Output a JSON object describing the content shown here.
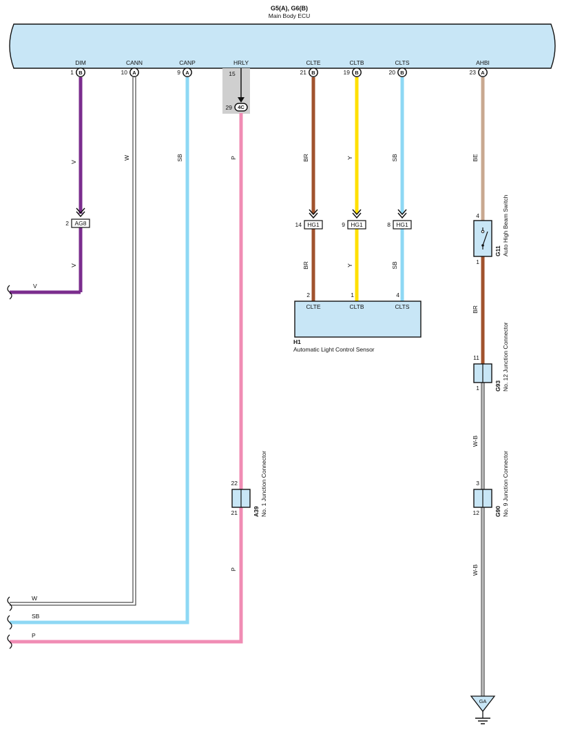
{
  "ecu": {
    "code": "G5(A), G6(B)",
    "name": "Main Body ECU"
  },
  "terminals": [
    {
      "name": "DIM",
      "pin": "1",
      "conn": "B"
    },
    {
      "name": "CANN",
      "pin": "10",
      "conn": "A"
    },
    {
      "name": "CANP",
      "pin": "9",
      "conn": "A"
    },
    {
      "name": "HRLY",
      "pin": "15",
      "conn": ""
    },
    {
      "name": "CLTE",
      "pin": "21",
      "conn": "B"
    },
    {
      "name": "CLTB",
      "pin": "19",
      "conn": "B"
    },
    {
      "name": "CLTS",
      "pin": "20",
      "conn": "B"
    },
    {
      "name": "AHBI",
      "pin": "23",
      "conn": "A"
    }
  ],
  "junction_4c": {
    "pin": "29",
    "label": "4C"
  },
  "wires": {
    "dim": {
      "color_code": "V",
      "color": "#7b2d8e"
    },
    "cann": {
      "color_code": "W",
      "color": "#ffffff"
    },
    "canp": {
      "color_code": "SB",
      "color": "#8ed8f4"
    },
    "hrly": {
      "color_code": "P",
      "color": "#f08cb4"
    },
    "clte": {
      "color_code": "BR",
      "color": "#a0522d"
    },
    "cltb": {
      "color_code": "Y",
      "color": "#ffe000"
    },
    "clts": {
      "color_code": "SB",
      "color": "#8ed8f4"
    },
    "ahbi": {
      "color_code": "BE",
      "color": "#c8a890"
    },
    "gnd": {
      "color_code": "W-B",
      "color": "#ffffff"
    }
  },
  "connectors": {
    "ag8": {
      "pin": "2",
      "label": "AG8"
    },
    "hg1_clte": {
      "pin": "14",
      "label": "HG1"
    },
    "hg1_cltb": {
      "pin": "9",
      "label": "HG1"
    },
    "hg1_clts": {
      "pin": "8",
      "label": "HG1"
    }
  },
  "sensor": {
    "code": "H1",
    "name": "Automatic Light Control Sensor",
    "pins": [
      {
        "pin": "2",
        "name": "CLTE"
      },
      {
        "pin": "1",
        "name": "CLTB"
      },
      {
        "pin": "4",
        "name": "CLTS"
      }
    ]
  },
  "switch_g11": {
    "code": "G11",
    "name": "Auto High Beam Switch",
    "pin_top": "4",
    "pin_bottom": "1"
  },
  "junction_g93": {
    "code": "G93",
    "name": "No. 12 Junction Connector",
    "pin_top": "11",
    "pin_bottom": "1"
  },
  "junction_g90": {
    "code": "G90",
    "name": "No. 9 Junction Connector",
    "pin_top": "3",
    "pin_bottom": "12"
  },
  "junction_a39": {
    "code": "A39",
    "name": "No. 1 Junction Connector",
    "pin_top": "22",
    "pin_bottom": "21"
  },
  "ground": {
    "label": "GA"
  }
}
